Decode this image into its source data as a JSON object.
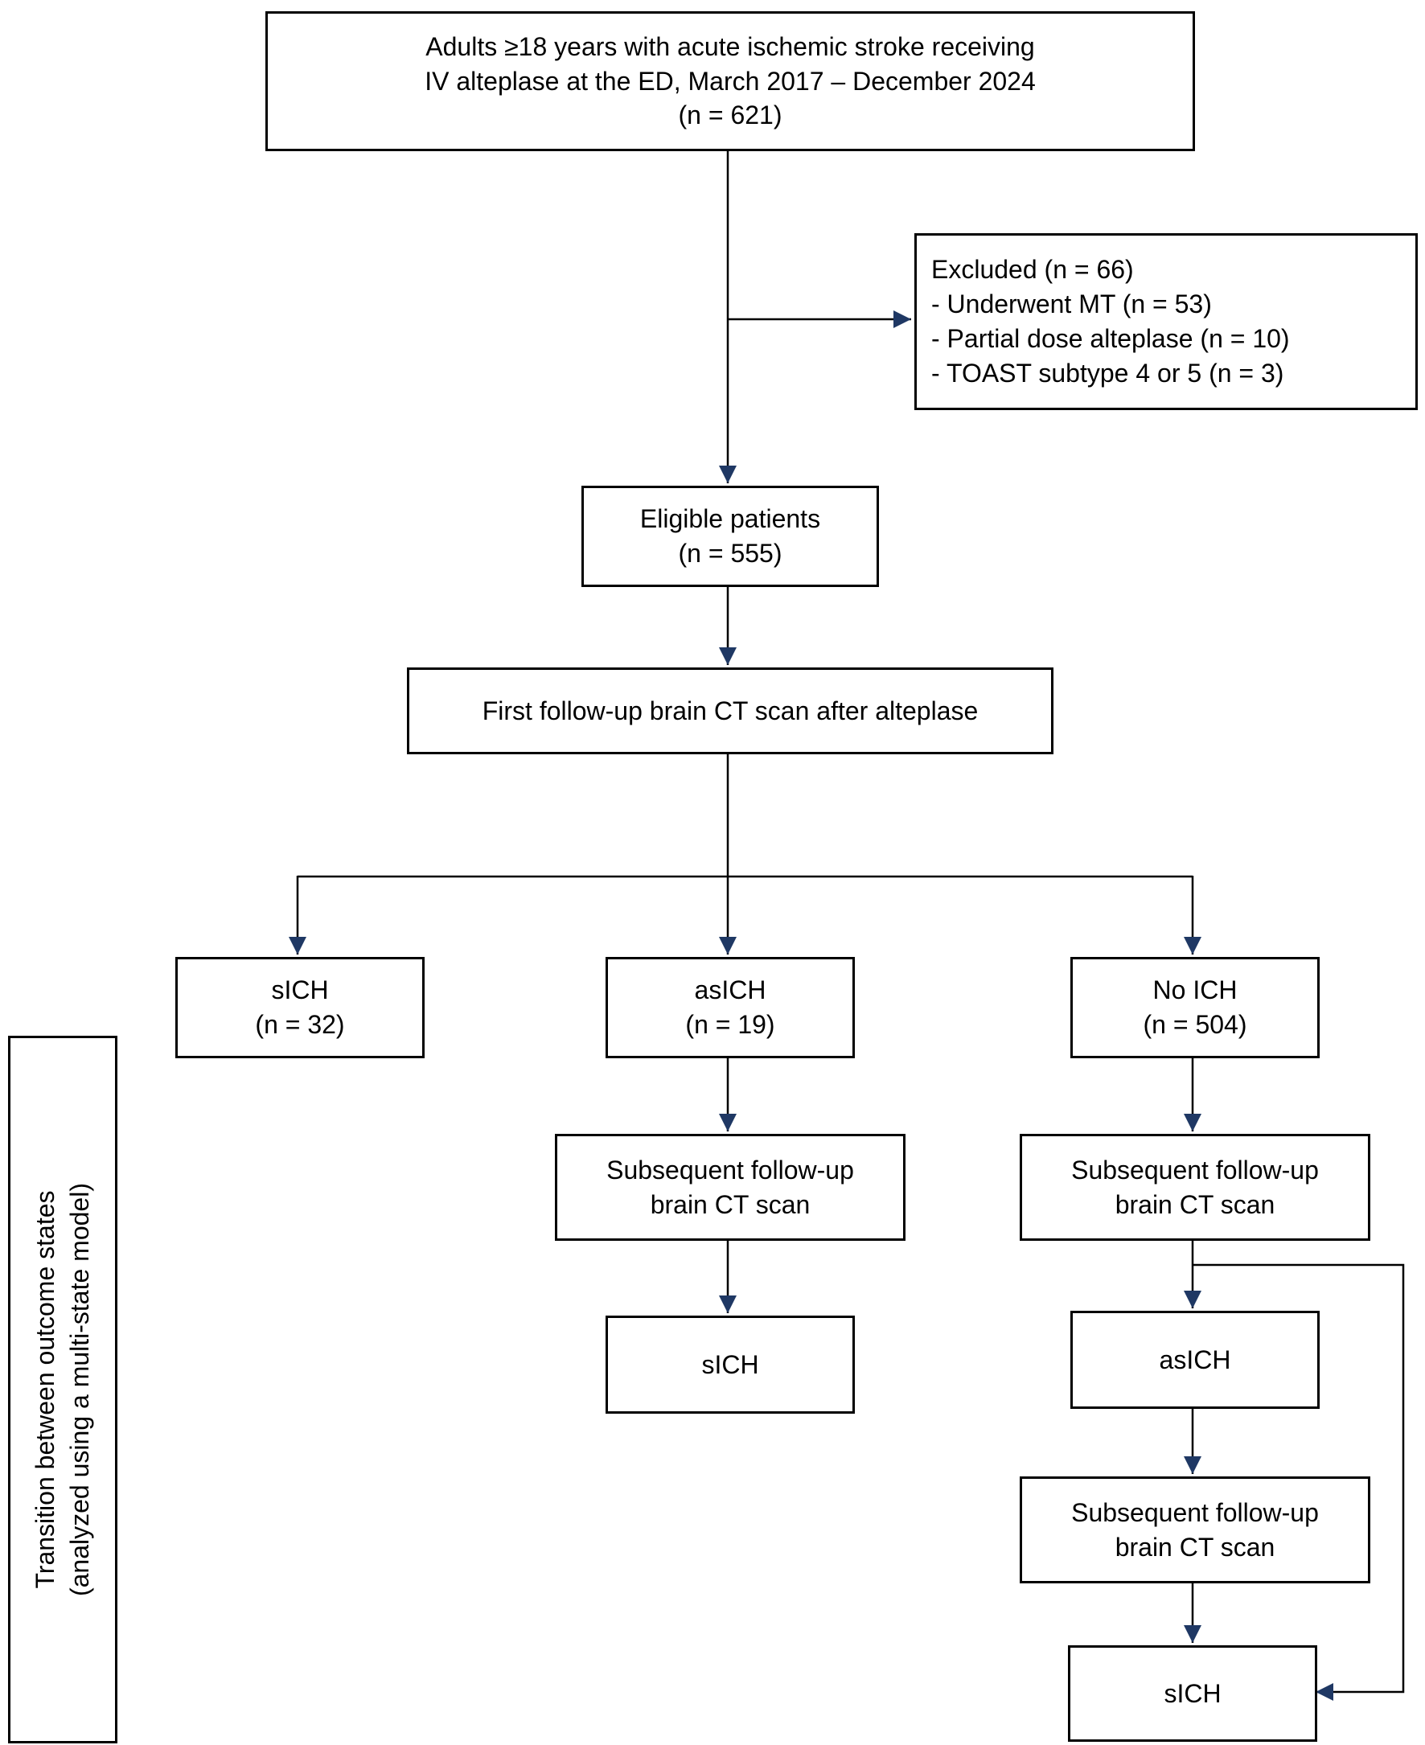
{
  "colors": {
    "background": "#ffffff",
    "box_border": "#000000",
    "line": "#000000",
    "arrowhead": "#1f3864",
    "text": "#000000"
  },
  "nodes": {
    "population": {
      "text": "Adults ≥18 years with acute ischemic stroke receiving\nIV alteplase at the ED, March 2017 – December 2024\n(n = 621)"
    },
    "excluded": {
      "text": "Excluded (n = 66)\n- Underwent MT (n = 53)\n- Partial dose alteplase (n = 10)\n- TOAST subtype 4 or 5 (n = 3)"
    },
    "eligible": {
      "text": "Eligible patients\n(n = 555)"
    },
    "first_ct": {
      "text": "First follow-up brain CT scan after alteplase"
    },
    "sich_first": {
      "text": "sICH\n(n = 32)"
    },
    "asich_first": {
      "text": "asICH\n(n = 19)"
    },
    "no_ich": {
      "text": "No ICH\n(n = 504)"
    },
    "mid_subsequent_ct": {
      "text": "Subsequent follow-up\nbrain CT scan"
    },
    "mid_sich": {
      "text": "sICH"
    },
    "right_subsequent_ct_1": {
      "text": "Subsequent follow-up\nbrain CT scan"
    },
    "right_asich": {
      "text": "asICH"
    },
    "right_subsequent_ct_2": {
      "text": "Subsequent follow-up\nbrain CT scan"
    },
    "right_sich": {
      "text": "sICH"
    },
    "side_label": {
      "text": "Transition between outcome states\n(analyzed using a multi-state model)"
    }
  }
}
